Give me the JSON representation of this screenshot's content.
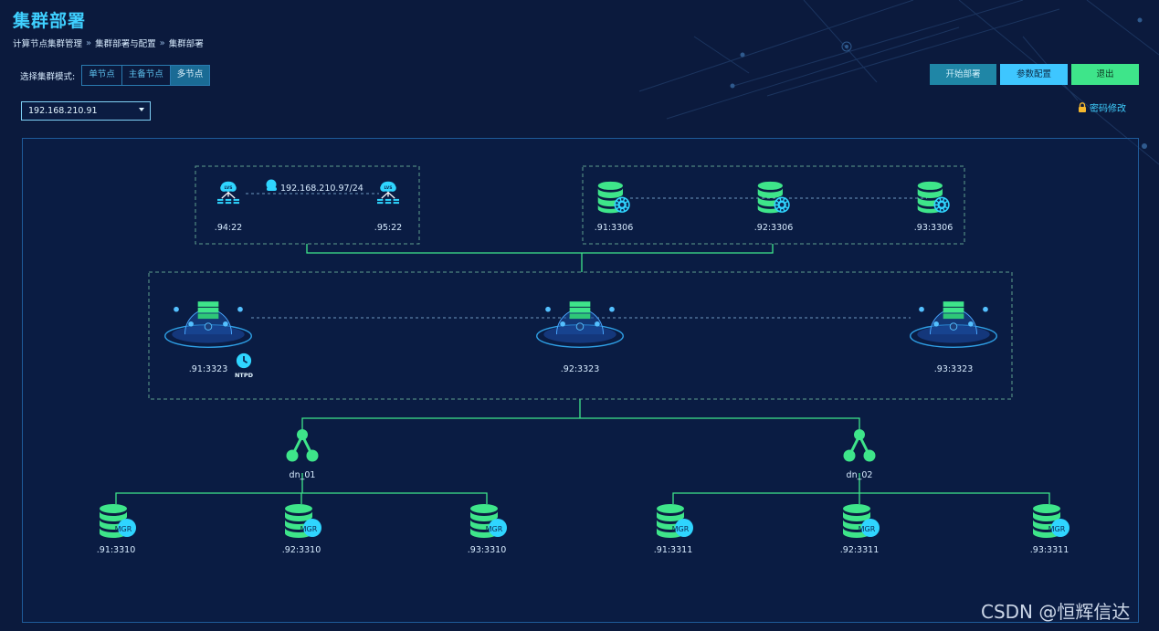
{
  "header": {
    "title": "集群部署",
    "breadcrumb": [
      "计算节点集群管理",
      "集群部署与配置",
      "集群部署"
    ],
    "breadcrumb_sep": "»"
  },
  "mode": {
    "label": "选择集群模式:",
    "options": [
      "单节点",
      "主备节点",
      "多节点"
    ],
    "selected": "多节点"
  },
  "actions": {
    "start": "开始部署",
    "params": "参数配置",
    "exit": "退出"
  },
  "ip_select": {
    "value": "192.168.210.91"
  },
  "password_link": "密码修改",
  "topology": {
    "lvs": {
      "vip": "192.168.210.97/24",
      "icon_text": "LVS",
      "nodes": [
        ".94:22",
        ".95:22"
      ]
    },
    "mysql": {
      "nodes": [
        ".91:3306",
        ".92:3306",
        ".93:3306"
      ]
    },
    "compute": {
      "nodes": [
        ".91:3323",
        ".92:3323",
        ".93:3323"
      ],
      "ntpd": "NTPD"
    },
    "data_nodes": [
      {
        "name": "dn_01",
        "mgr": [
          ".91:3310",
          ".92:3310",
          ".93:3310"
        ]
      },
      {
        "name": "dn_02",
        "mgr": [
          ".91:3311",
          ".92:3311",
          ".93:3311"
        ]
      }
    ],
    "mgr_icon_text": "MGR"
  },
  "watermark": "CSDN @恒辉信达",
  "colors": {
    "accent": "#3fd0ff",
    "green": "#3ee58a",
    "background": "#0b1a3d"
  }
}
